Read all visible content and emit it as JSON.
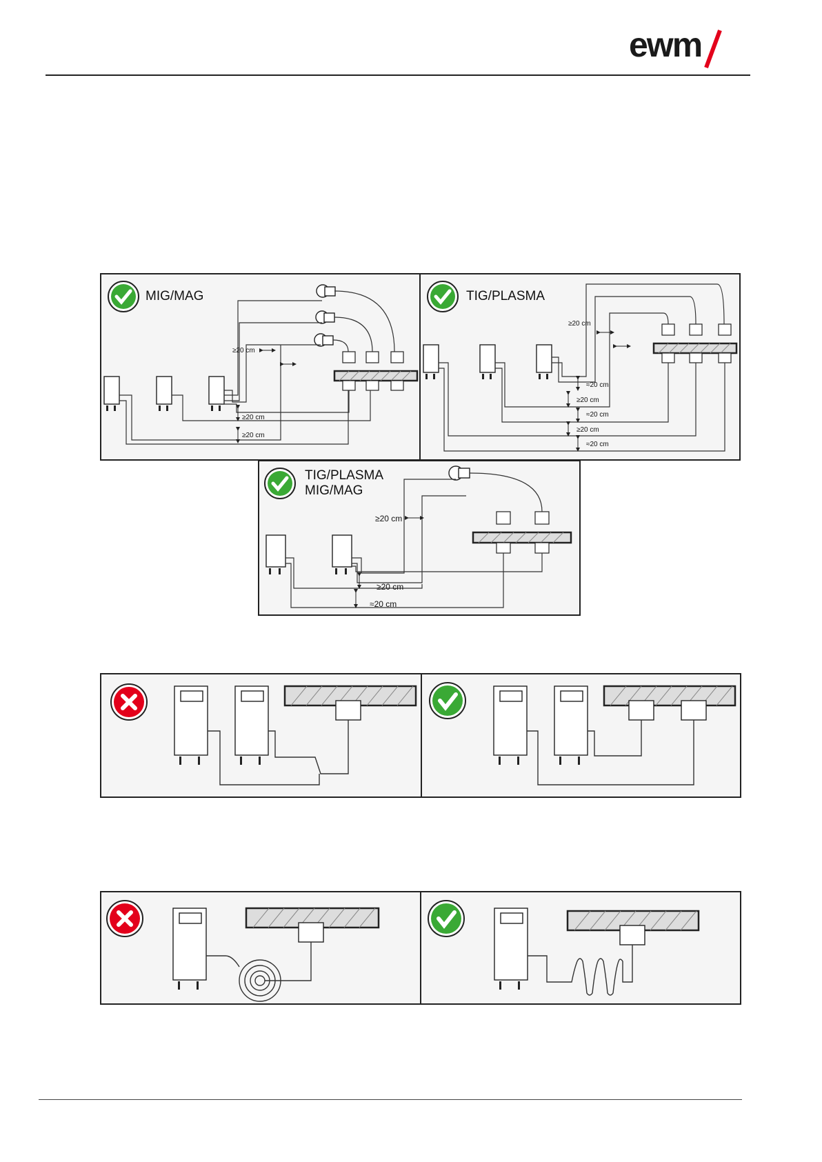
{
  "brand": {
    "logo_text": "ewm",
    "accent": "#e3001b"
  },
  "figure1": {
    "panels": [
      {
        "status": "correct",
        "title_line1": "MIG/MAG",
        "dims": [
          "≥20 cm",
          "≥20 cm",
          "≥20 cm"
        ]
      },
      {
        "status": "correct",
        "title_line1": "TIG/PLASMA",
        "dims": [
          "≥20 cm",
          "≈20 cm",
          "≥20 cm",
          "≈20 cm",
          "≥20 cm",
          "≈20 cm"
        ]
      },
      {
        "status": "correct",
        "title_line1": "TIG/PLASMA",
        "title_line2": "MIG/MAG",
        "dims": [
          "≥20 cm",
          "≥20 cm",
          "≈20 cm"
        ]
      }
    ]
  },
  "figure2": {
    "panels": [
      {
        "status": "wrong"
      },
      {
        "status": "correct"
      }
    ]
  },
  "figure3": {
    "panels": [
      {
        "status": "wrong"
      },
      {
        "status": "correct"
      }
    ]
  },
  "colors": {
    "check": "#3aa935",
    "cross": "#e3001b",
    "panel_bg": "#f5f5f5",
    "line": "#222222"
  }
}
